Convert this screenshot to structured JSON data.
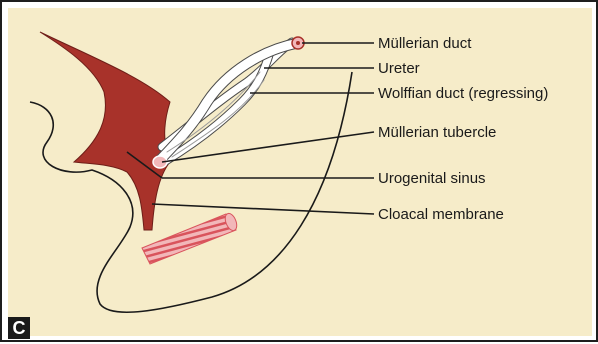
{
  "figure": {
    "panel_letter": "C",
    "colors": {
      "background": "#f6ecc9",
      "muscle_mass": "#a8322a",
      "tube": "#ffffff",
      "rectum_stripes": "#d9545c",
      "outline": "#1a1a1a",
      "leader_line": "#1a1a1a"
    },
    "labels": [
      {
        "id": "mullerian-duct",
        "text": "Müllerian duct"
      },
      {
        "id": "ureter",
        "text": "Ureter"
      },
      {
        "id": "wolffian-duct",
        "text": "Wolffian duct (regressing)"
      },
      {
        "id": "mullerian-tubercle",
        "text": "Müllerian tubercle"
      },
      {
        "id": "urogenital-sinus",
        "text": "Urogenital sinus"
      },
      {
        "id": "cloacal-membrane",
        "text": "Cloacal membrane"
      }
    ]
  }
}
